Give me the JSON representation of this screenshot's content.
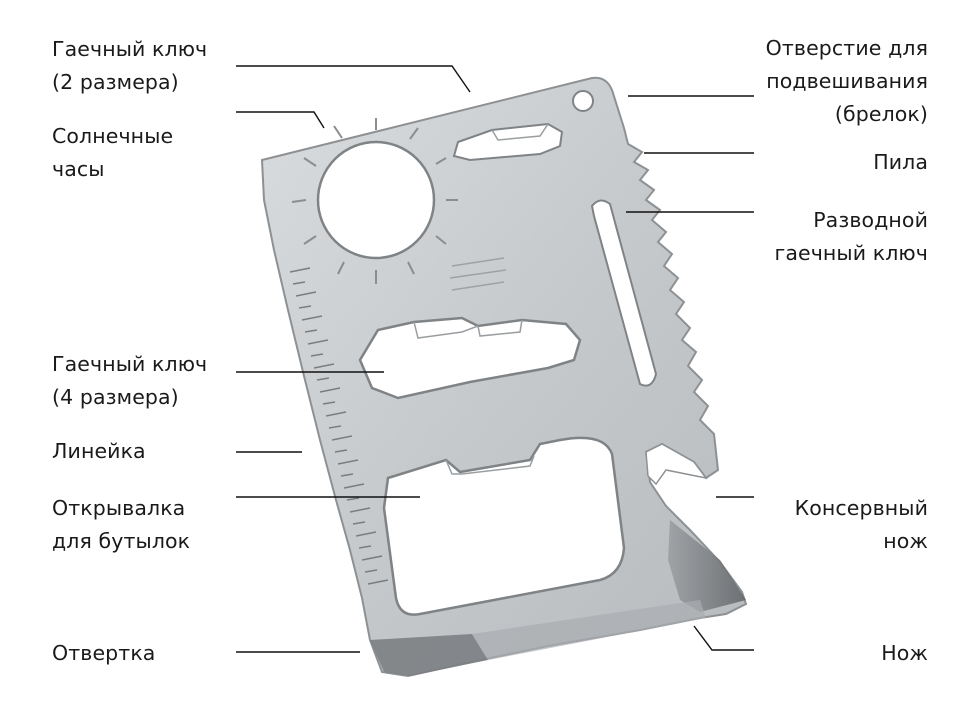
{
  "labels": {
    "wrench_2": "Гаечный ключ\n(2 размера)",
    "sundial": "Солнечные\nчасы",
    "wrench_4": "Гаечный ключ\n(4 размера)",
    "ruler": "Линейка",
    "bottle_opener": "Открывалка\nдля бутылок",
    "screwdriver": "Отвертка",
    "hanging_hole": "Отверстие для\nподвешивания\n(брелок)",
    "saw": "Пила",
    "adjustable_wrench": "Разводной\nгаечный ключ",
    "can_opener": "Консервный\nнож",
    "knife": "Нож"
  },
  "colors": {
    "text": "#1a1a1a",
    "leader_line": "#111111",
    "card_fill": "#c9ccce",
    "card_edge": "#8d9194",
    "hole_fill": "#ffffff",
    "blade_dark": "#6d7174"
  }
}
